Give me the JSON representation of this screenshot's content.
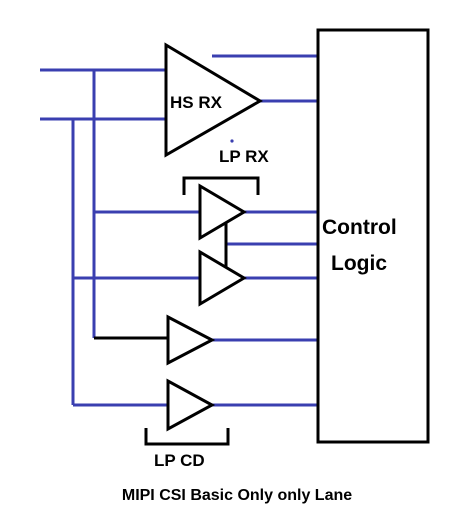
{
  "labels": {
    "hs_rx": "HS RX",
    "lp_rx": "LP RX",
    "lp_cd": "LP CD",
    "control_logic_line1": "Control",
    "control_logic_line2": "Logic",
    "caption": "MIPI CSI Basic Only only Lane"
  },
  "colors": {
    "wire": "#3a3fb0",
    "outline": "#000000",
    "background": "#ffffff"
  }
}
